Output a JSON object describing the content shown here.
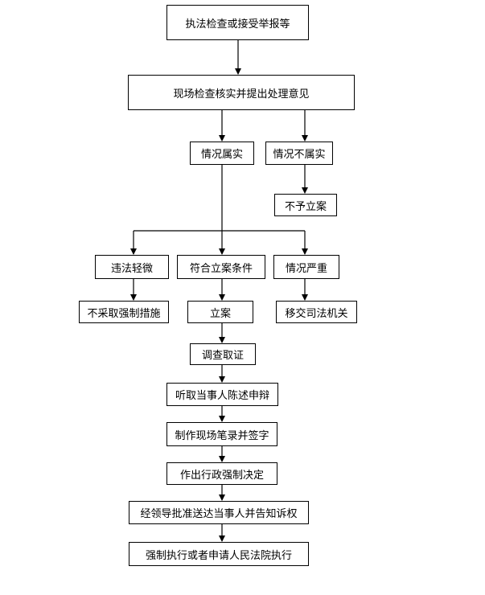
{
  "flowchart": {
    "nodes": {
      "start": "执法检查或接受举报等",
      "inspect": "现场检查核实并提出处理意见",
      "true_case": "情况属实",
      "false_case": "情况不属实",
      "no_file": "不予立案",
      "minor": "违法轻微",
      "meets": "符合立案条件",
      "serious": "情况严重",
      "no_measure": "不采取强制措施",
      "file_case": "立案",
      "transfer": "移交司法机关",
      "investigate": "调查取证",
      "hearing": "听取当事人陈述申辩",
      "record": "制作现场笔录并签字",
      "decision": "作出行政强制决定",
      "deliver": "经领导批准送达当事人并告知诉权",
      "execute": "强制执行或者申请人民法院执行"
    }
  }
}
